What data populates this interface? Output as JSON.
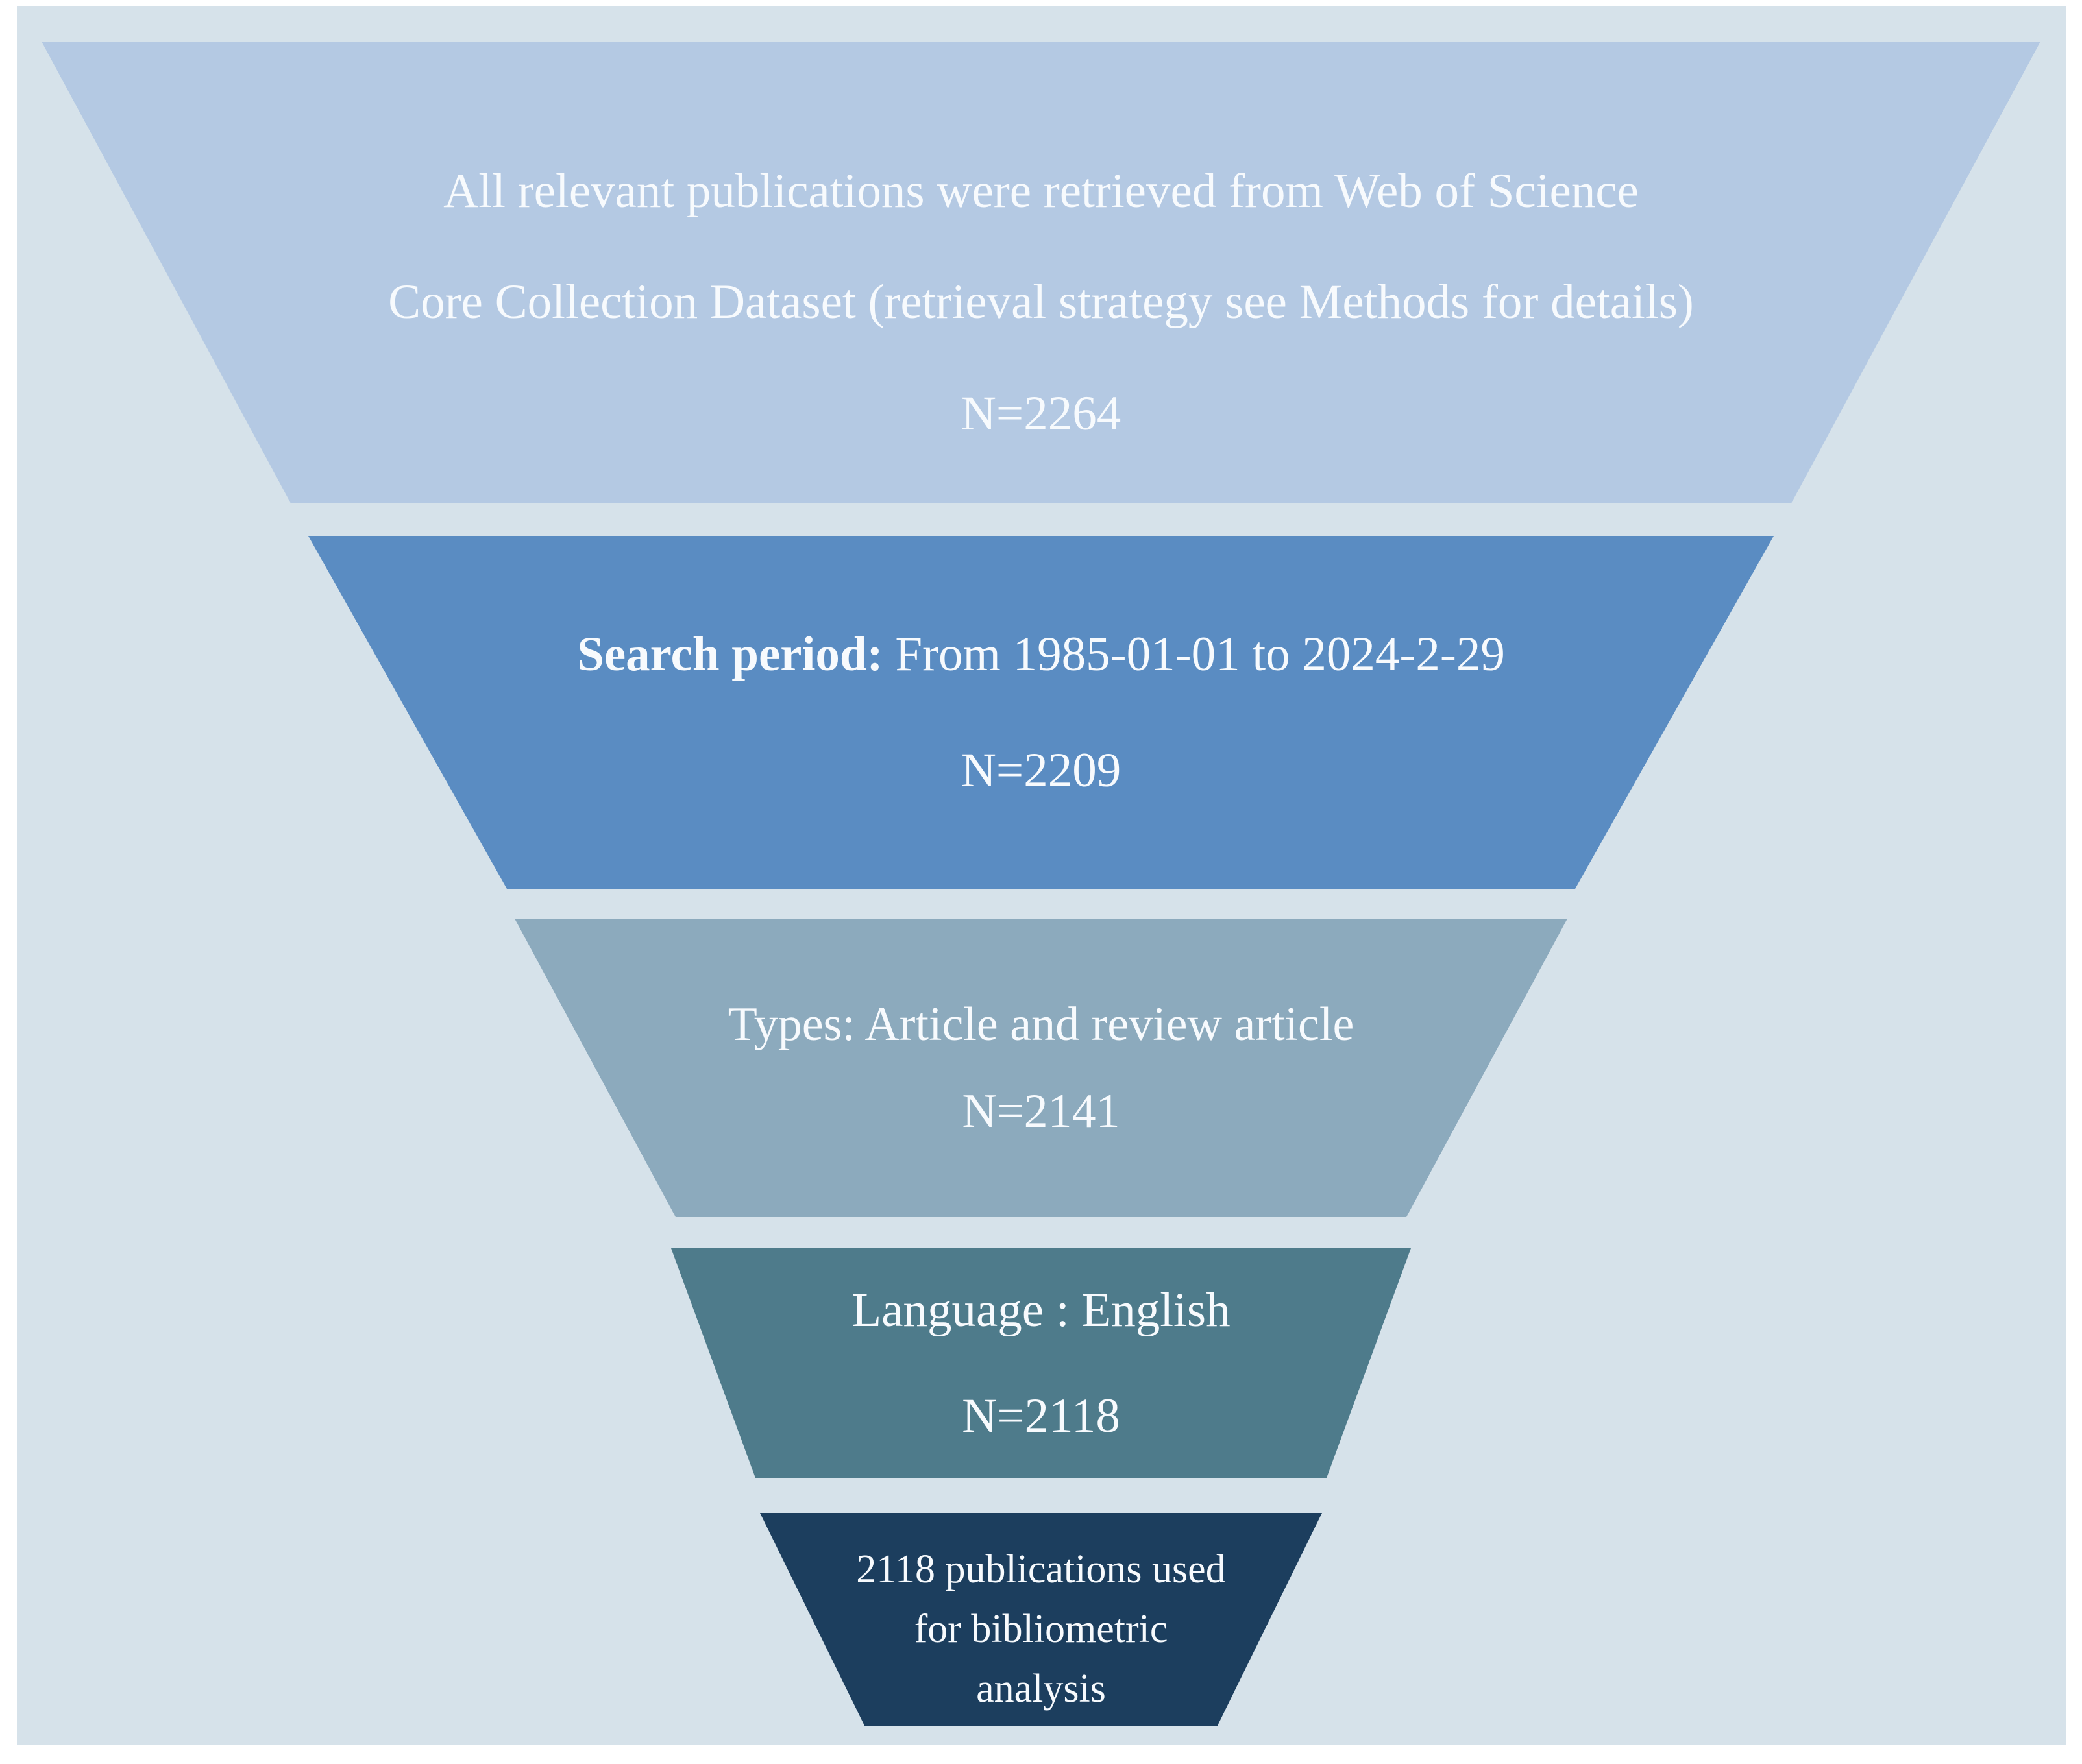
{
  "figure": {
    "type": "funnel-diagram",
    "description_colors": {
      "page_background": "#ffffff",
      "figure_background": "#d6e2ea",
      "text_color": "#f7fafd"
    },
    "funnel": {
      "levels": [
        {
          "id": "retrieved",
          "color": "#b4c9e3",
          "count": 2264,
          "lines": {
            "l1": "All relevant publications were retrieved  from Web of Science",
            "l2": "Core Collection Dataset (retrieval strategy see Methods for details)",
            "n": "N=2264"
          }
        },
        {
          "id": "search-period",
          "color": "#5a8cc2",
          "count": 2209,
          "bold_prefix": "Search period:",
          "rest": " From 1985-01-01 to 2024-2-29",
          "lines": {
            "n": "N=2209"
          }
        },
        {
          "id": "types",
          "color": "#8caabd",
          "count": 2141,
          "lines": {
            "l1": "Types: Article and review article",
            "n": "N=2141"
          }
        },
        {
          "id": "language",
          "color": "#4e7b8b",
          "count": 2118,
          "lines": {
            "l1": "Language : English",
            "n": "N=2118"
          }
        },
        {
          "id": "final",
          "color": "#1c3e5e",
          "count": 2118,
          "lines": {
            "l1": "2118 publications used",
            "l2": "for bibliometric",
            "l3": "analysis"
          }
        }
      ]
    }
  }
}
